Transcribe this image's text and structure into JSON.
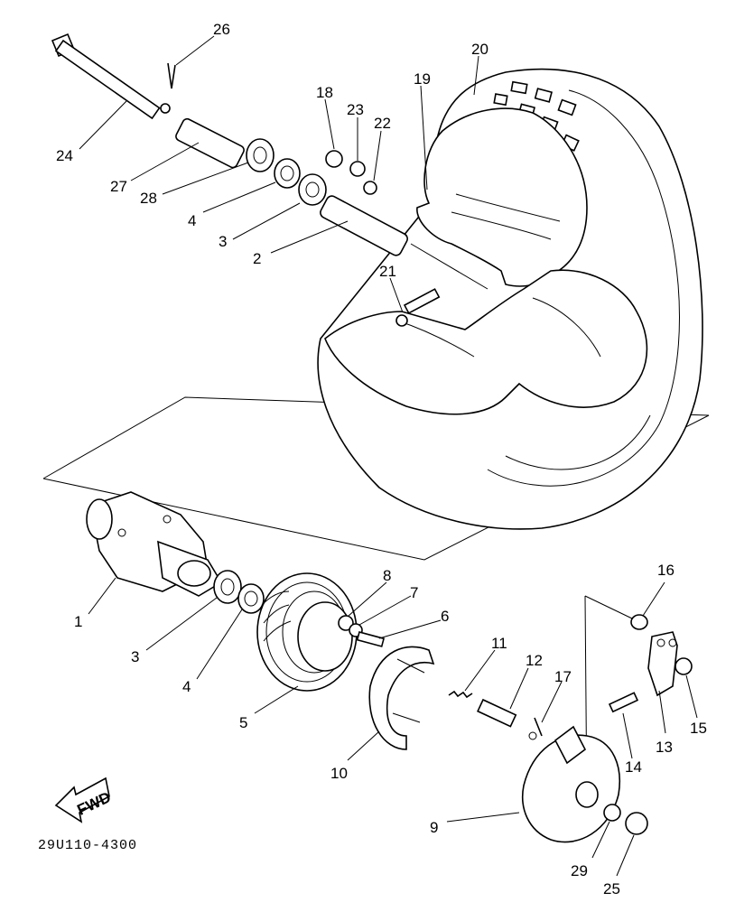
{
  "diagram_code": "29U110-4300",
  "fwd_label": "FWD",
  "callouts": {
    "c1": "1",
    "c2": "2",
    "c3a": "3",
    "c3b": "3",
    "c4a": "4",
    "c4b": "4",
    "c5": "5",
    "c6": "6",
    "c7": "7",
    "c8": "8",
    "c9": "9",
    "c10": "10",
    "c11": "11",
    "c12": "12",
    "c13": "13",
    "c14": "14",
    "c15": "15",
    "c16": "16",
    "c17": "17",
    "c18": "18",
    "c19": "19",
    "c20": "20",
    "c21": "21",
    "c22": "22",
    "c23": "23",
    "c24": "24",
    "c25": "25",
    "c26": "26",
    "c27": "27",
    "c28": "28",
    "c29": "29"
  }
}
